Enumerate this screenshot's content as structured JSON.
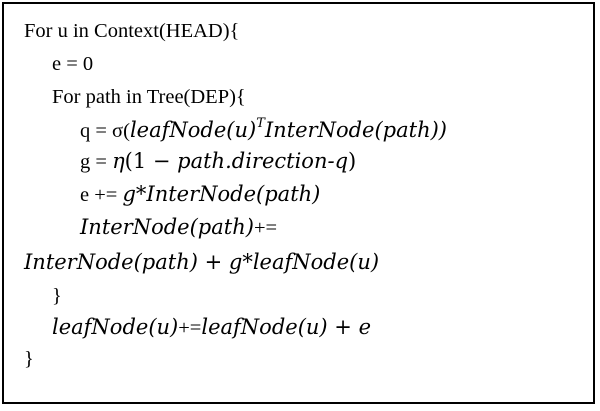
{
  "algorithm": {
    "line1": "For u in Context(HEAD){",
    "line2": "e = 0",
    "line3": "For path in Tree(DEP){",
    "line4": {
      "lhs": "q = σ(",
      "a": "leafNode(u)",
      "sup": "T",
      "b": "InterNode(path))"
    },
    "line5": {
      "lhs": "g = ",
      "a": "η",
      "b": "(1 − ",
      "c": "path.direction-q",
      "d": ")"
    },
    "line6": {
      "lhs": "e += ",
      "a": "g*InterNode(path)"
    },
    "line7": {
      "a": "InterNode(path)",
      "op": "+="
    },
    "line8": {
      "a": "InterNode(path)",
      "plus": " + ",
      "b": "g*leafNode(u)"
    },
    "line9": "}",
    "line10": {
      "a": "leafNode(u)",
      "op": "+=",
      "b": "leafNode(u)",
      "plus": " + ",
      "c": "e"
    },
    "line11": "}"
  }
}
